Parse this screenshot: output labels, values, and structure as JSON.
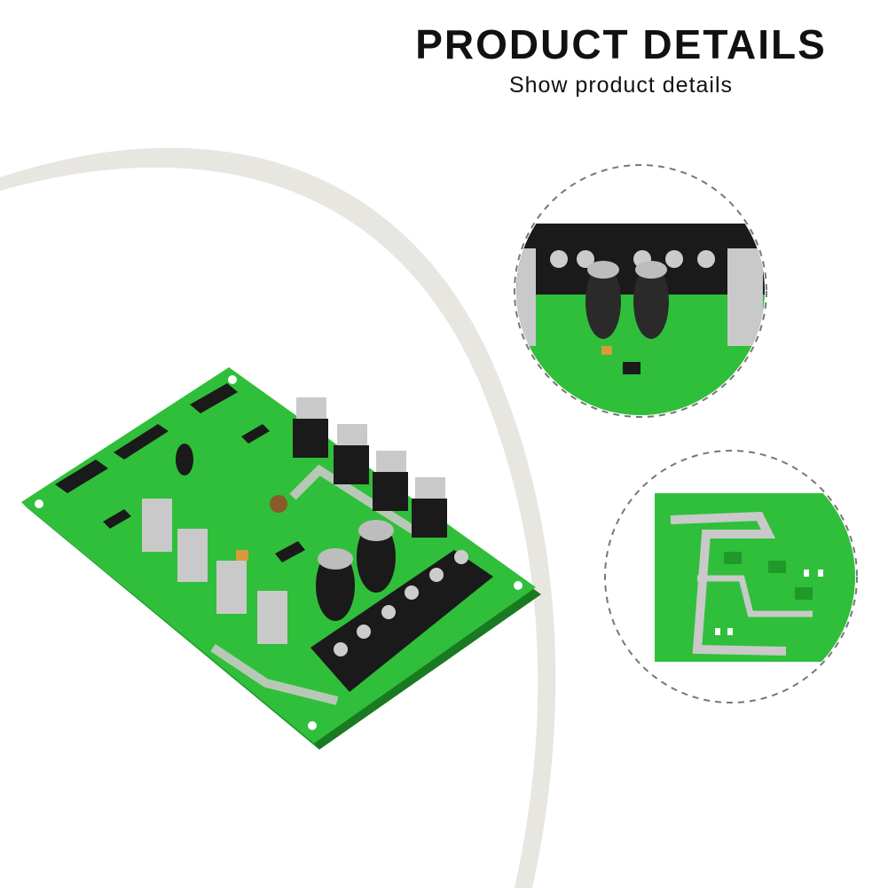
{
  "header": {
    "title": "PRODUCT DETAILS",
    "subtitle": "Show product details"
  },
  "colors": {
    "pcb_green": "#2fbf3a",
    "pcb_dark_green": "#1f9a2a",
    "component_black": "#1a1a1a",
    "heatsink_silver": "#c9c9c9",
    "arc_gray": "#e8e6e1",
    "dashed_border": "#777777"
  },
  "images": {
    "main_product": "green-pcb-motor-driver-board",
    "detail_top": "terminal-block-capacitor-closeup",
    "detail_bottom": "pcb-trace-closeup"
  }
}
